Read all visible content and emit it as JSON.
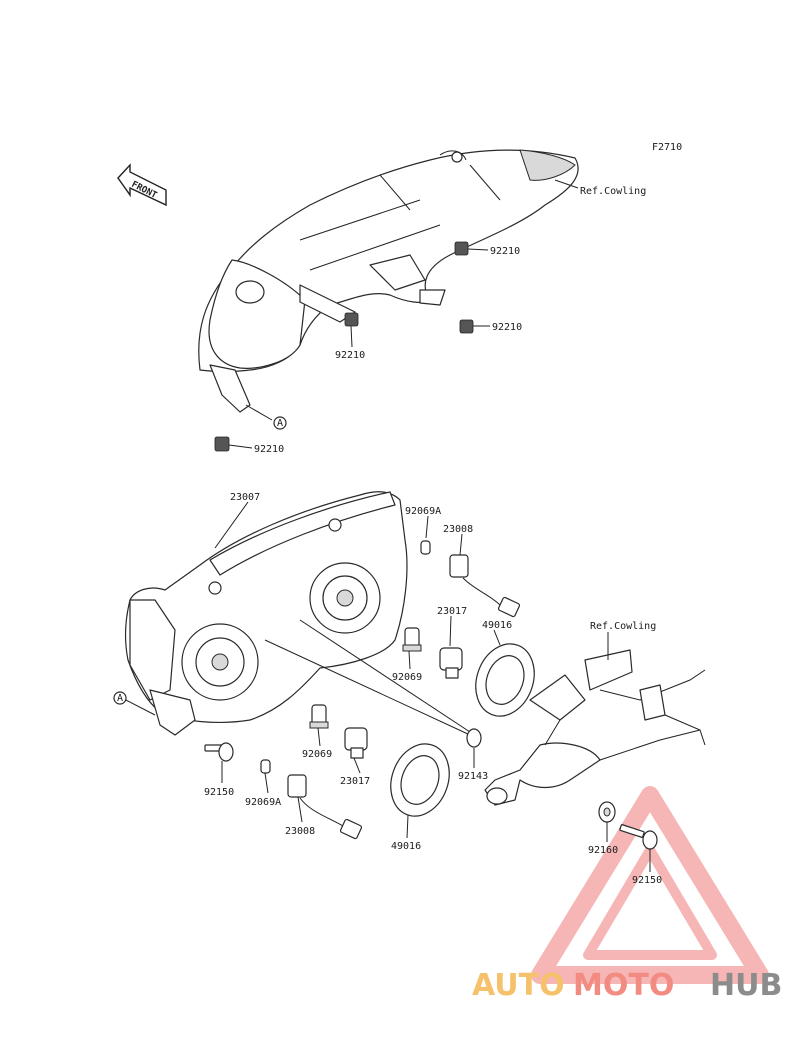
{
  "diagram_code": "F2710",
  "front_label": "FRONT",
  "callout_a": "A",
  "labels": {
    "ref_cowling_top": "Ref.Cowling",
    "ref_cowling_mid": "Ref.Cowling",
    "clip_1": "92210",
    "clip_2": "92210",
    "clip_3": "92210",
    "clip_4": "92210",
    "headlight_assy": "23007",
    "bulb_92069a_top": "92069A",
    "socket_23008_top": "23008",
    "socket_23017_top": "23017",
    "cover_49016_top": "49016",
    "bulb_92069_top": "92069",
    "bulb_92069_bottom": "92069",
    "socket_23017_bottom": "23017",
    "grommet_92143": "92143",
    "bolt_92150_left": "92150",
    "bulb_92069a_bottom": "92069A",
    "socket_23008_bottom": "23008",
    "cover_49016_bottom": "49016",
    "collar_92160": "92160",
    "bolt_92150_right": "92150"
  },
  "watermark": {
    "part1": "AUTO",
    "part2": "MOTO",
    "part3": "HUB",
    "color1": "#f5c26b",
    "color2": "#f28b82",
    "color3": "#8c8c8c"
  }
}
